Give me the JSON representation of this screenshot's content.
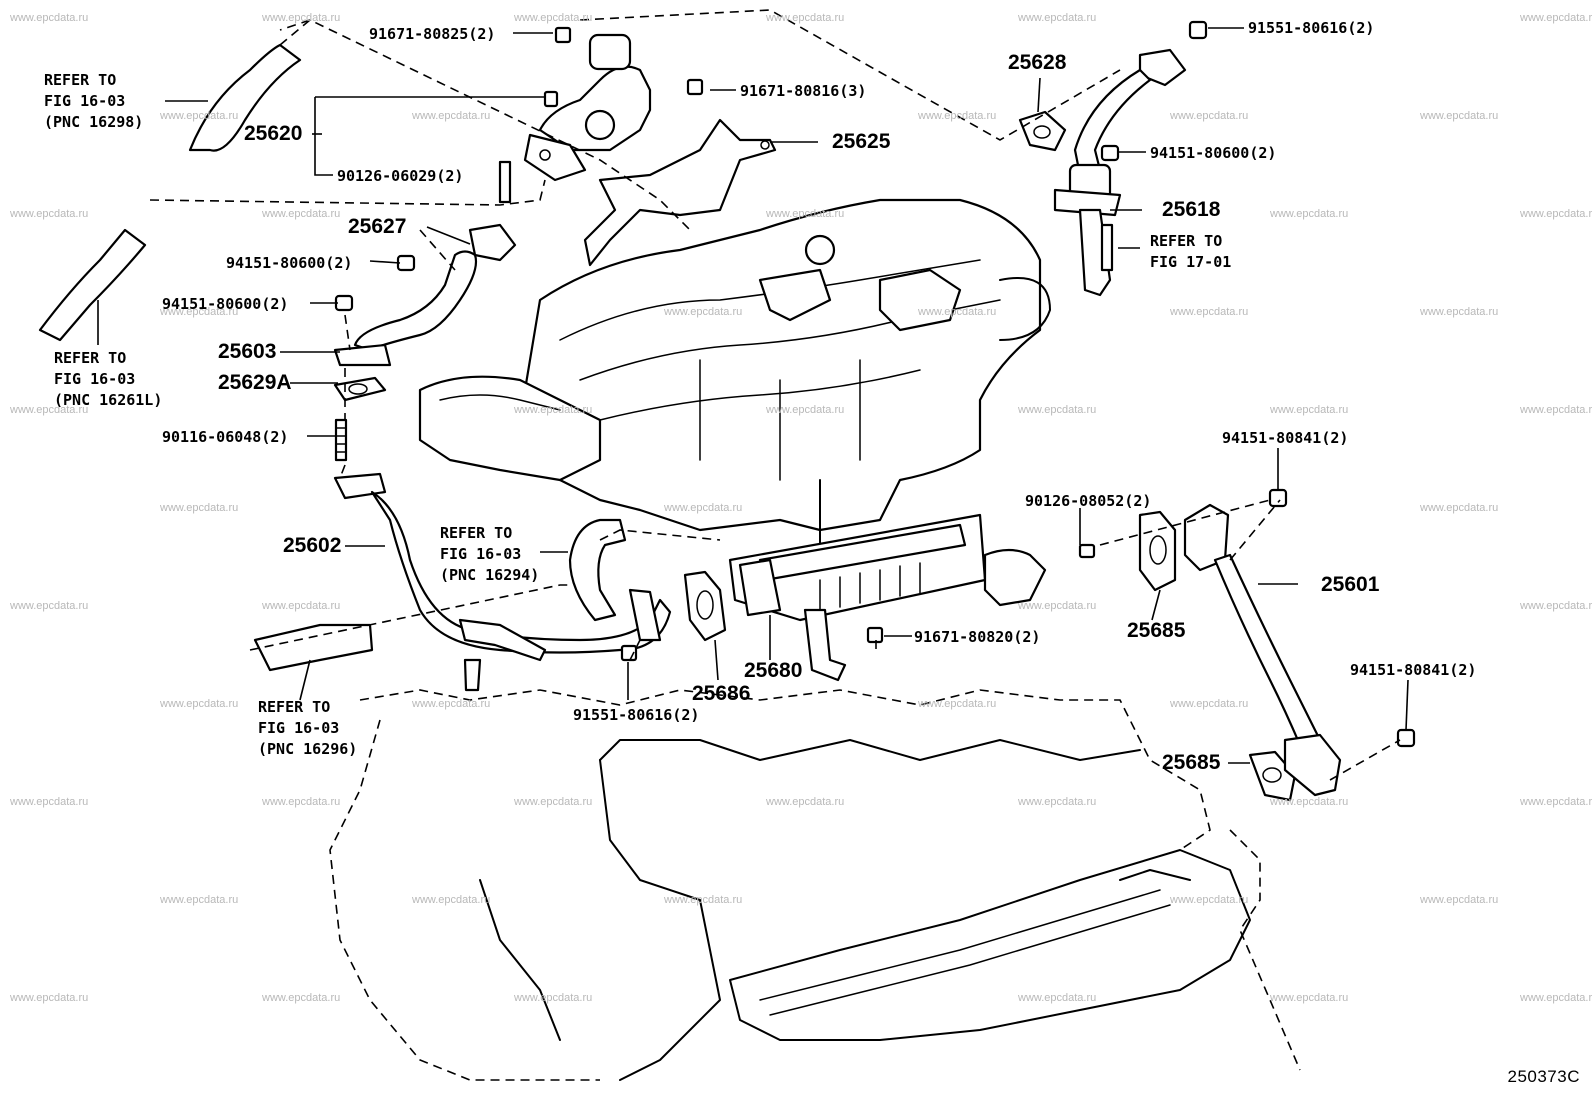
{
  "parts": {
    "p25620": "25620",
    "p25627": "25627",
    "p25603": "25603",
    "p25629A": "25629A",
    "p25602": "25602",
    "p25625": "25625",
    "p25628": "25628",
    "p25618": "25618",
    "p25601": "25601",
    "p25685_a": "25685",
    "p25685_b": "25685",
    "p25680": "25680",
    "p25686": "25686"
  },
  "fasteners": {
    "f1": "91671-80825(2)",
    "f2": "90126-06029(2)",
    "f3": "94151-80600(2)",
    "f4": "94151-80600(2)",
    "f5": "90116-06048(2)",
    "f6": "91671-80816(3)",
    "f7": "91551-80616(2)",
    "f8": "94151-80600(2)",
    "f9": "94151-80841(2)",
    "f10": "90126-08052(2)",
    "f11": "91671-80820(2)",
    "f12": "91551-80616(2)",
    "f13": "94151-80841(2)"
  },
  "references": {
    "r1": "REFER TO\nFIG 16-03\n(PNC 16298)",
    "r2": "REFER TO\nFIG 16-03\n(PNC 16261L)",
    "r3": "REFER TO\nFIG 16-03\n(PNC 16294)",
    "r4": "REFER TO\nFIG 16-03\n(PNC 16296)",
    "r5": "REFER TO\nFIG 17-01"
  },
  "watermark": "www.epcdata.ru",
  "figure_code": "250373C"
}
